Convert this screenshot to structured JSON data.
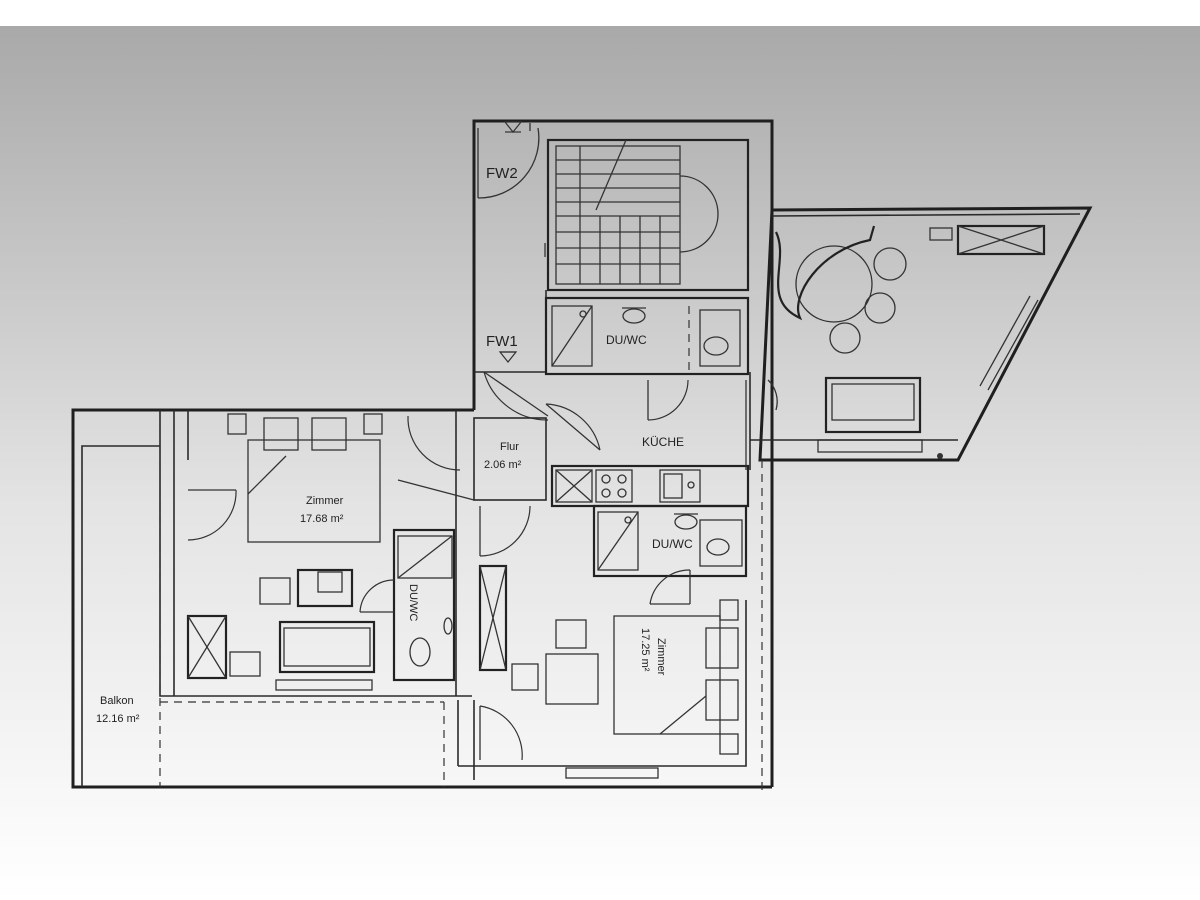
{
  "rooms": {
    "stair_top": "FW2",
    "corridor": "FW1",
    "shower_top": "DU/WC",
    "kitchen": "KÜCHE",
    "hall_name": "Flur",
    "hall_area": "2.06 m²",
    "room_left_name": "Zimmer",
    "room_left_area": "17.68 m²",
    "shower_left": "DU/WC",
    "shower_mid": "DU/WC",
    "room_right_name": "Zimmer",
    "room_right_area": "17.25 m²",
    "balcony_name": "Balkon",
    "balcony_area": "12.16 m²"
  },
  "colors": {
    "line": "#1f1f1f",
    "backdrop_top": "#a9a9a9",
    "backdrop_bottom": "#ffffff"
  }
}
